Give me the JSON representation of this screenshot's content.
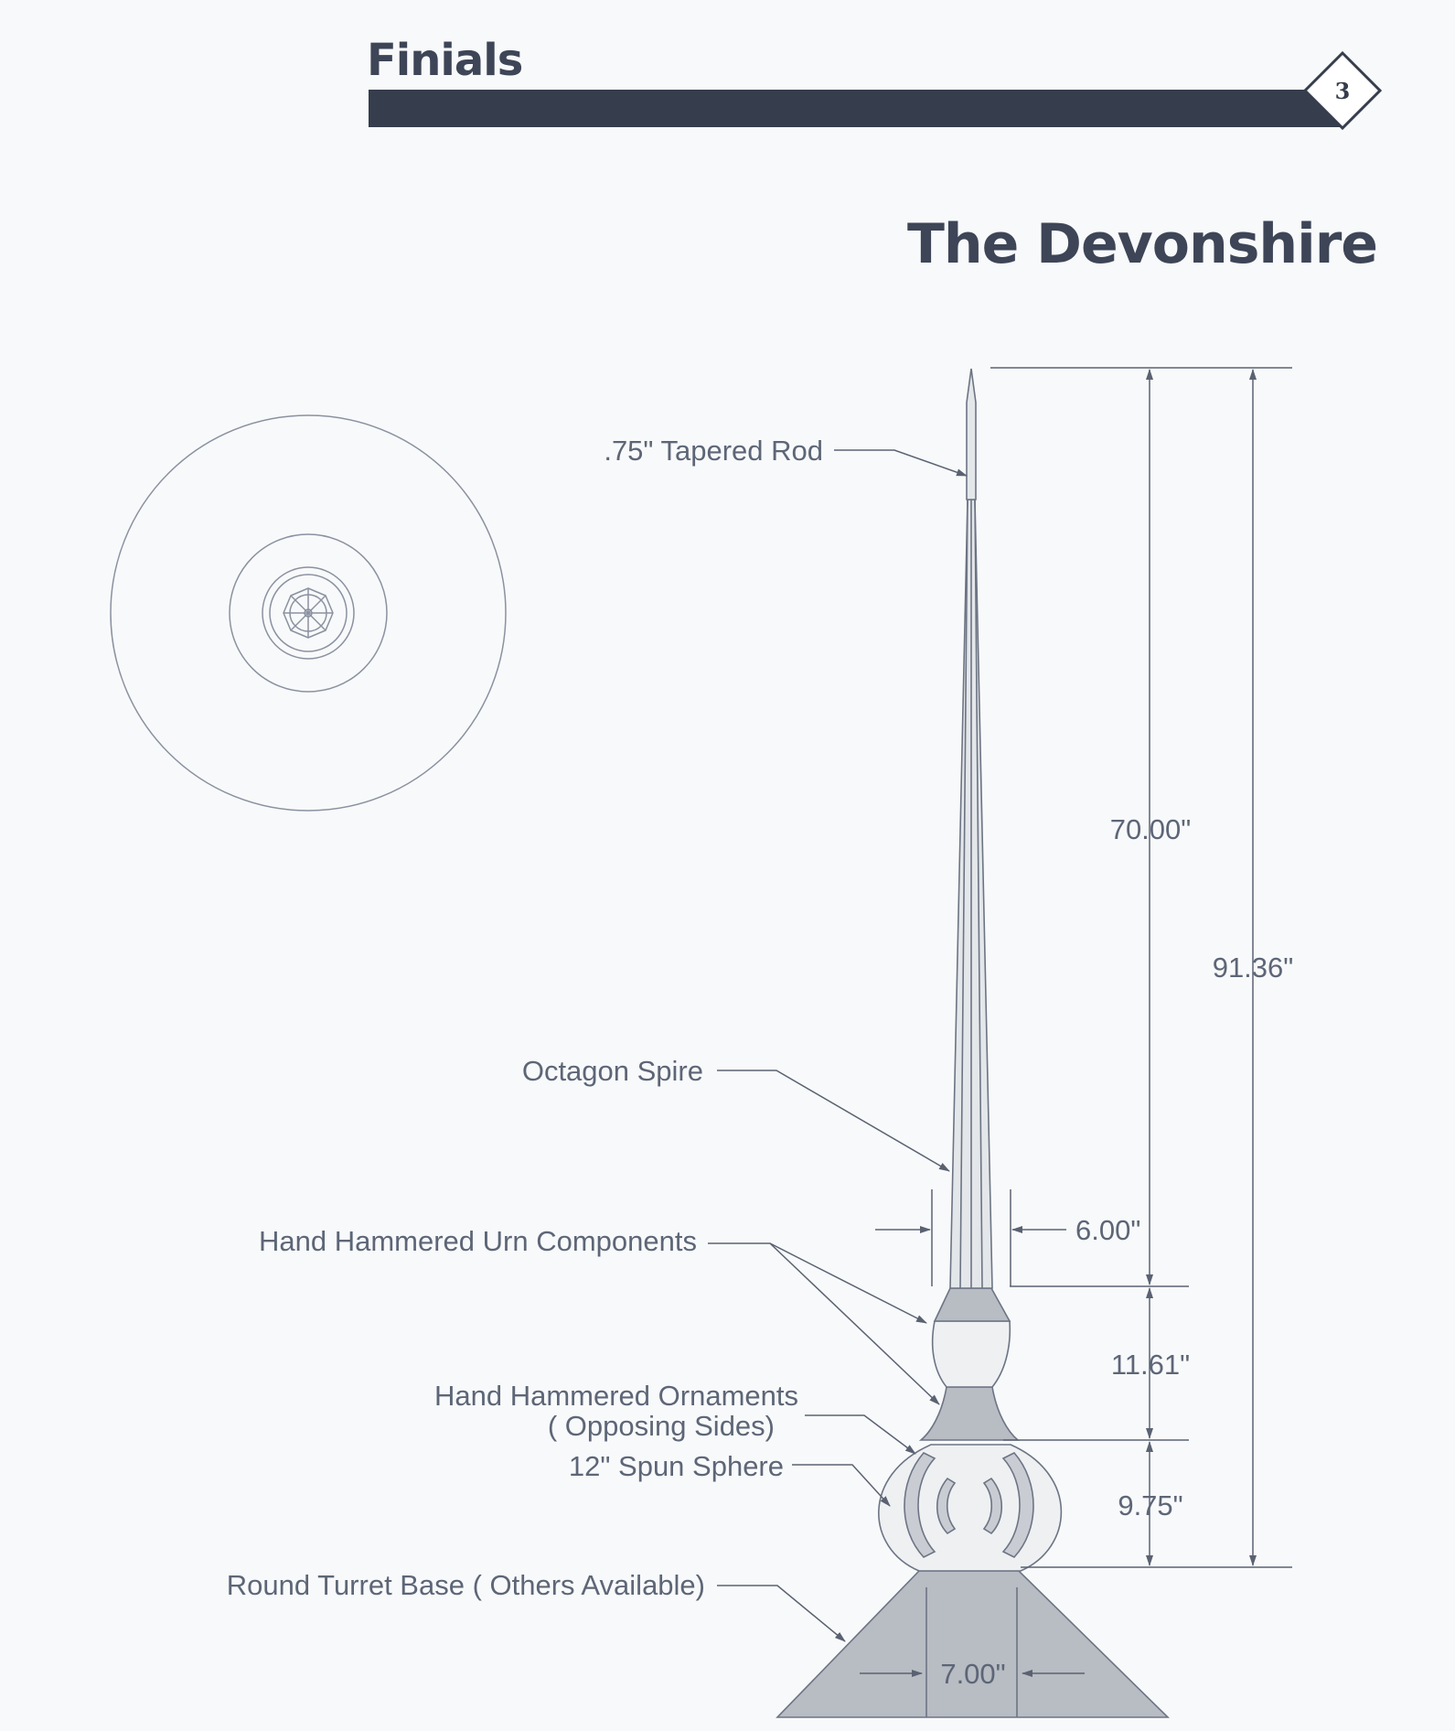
{
  "header": {
    "section_title": "Finials",
    "page_number": "3"
  },
  "product": {
    "name": "The Devonshire"
  },
  "callouts": {
    "tapered_rod": ".75\" Tapered Rod",
    "octagon_spire": "Octagon Spire",
    "urn_components": "Hand Hammered Urn Components",
    "ornaments_line1": "Hand Hammered Ornaments",
    "ornaments_line2": "( Opposing Sides)",
    "spun_sphere": "12\" Spun Sphere",
    "turret_base": "Round Turret Base ( Others Available)"
  },
  "dimensions": {
    "spire_height": "70.00\"",
    "overall_height": "91.36\"",
    "spire_width": "6.00\"",
    "urn_height": "11.61\"",
    "sphere_height": "9.75\"",
    "base_width": "7.00\""
  },
  "colors": {
    "header_bar": "#363d4c",
    "title_text": "#3d4557",
    "line": "#6c7484",
    "fill_dark": "#b8bcc3",
    "fill_light": "#eef0f2"
  }
}
